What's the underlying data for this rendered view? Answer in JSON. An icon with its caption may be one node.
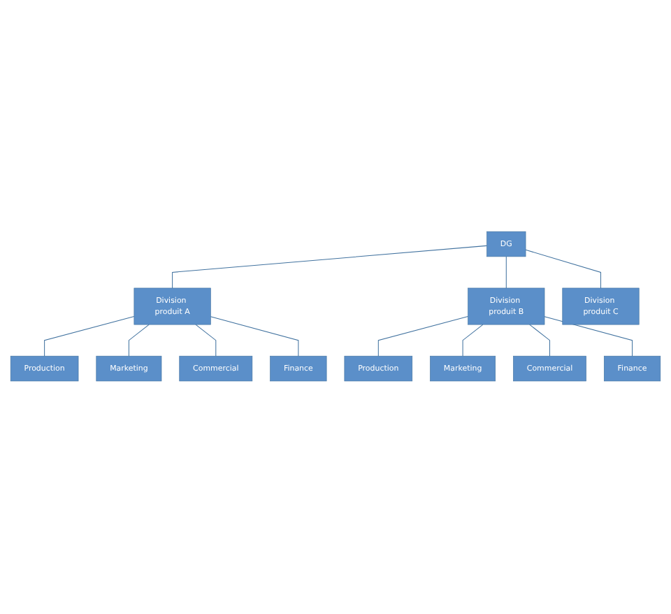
{
  "diagram": {
    "nodes": [
      {
        "text": [
          "DG"
        ]
      },
      {
        "text": [
          "Division produit A"
        ]
      },
      {
        "text": [
          "Division produit B"
        ]
      },
      {
        "text": [
          "Division produit C"
        ]
      },
      {
        "text": [
          "Production"
        ]
      },
      {
        "text": [
          "Marketing"
        ]
      },
      {
        "text": [
          "Commercial"
        ]
      },
      {
        "text": [
          "Finance"
        ]
      },
      {
        "text": [
          "Production"
        ]
      },
      {
        "text": [
          "Marketing"
        ]
      },
      {
        "text": [
          "Commercial"
        ]
      },
      {
        "text": [
          "Finance"
        ]
      }
    ],
    "edges": [
      {
        "from": 0,
        "to": 1,
        "arrow": "none"
      },
      {
        "from": 0,
        "to": 2,
        "arrow": "none"
      },
      {
        "from": 0,
        "to": 3,
        "arrow": "none"
      },
      {
        "from": 1,
        "to": 4,
        "arrow": "none"
      },
      {
        "from": 1,
        "to": 5,
        "arrow": "none"
      },
      {
        "from": 1,
        "to": 6,
        "arrow": "none"
      },
      {
        "from": 1,
        "to": 7,
        "arrow": "none"
      },
      {
        "from": 2,
        "to": 8,
        "arrow": "none"
      },
      {
        "from": 2,
        "to": 9,
        "arrow": "none"
      },
      {
        "from": 2,
        "to": 10,
        "arrow": "none"
      },
      {
        "from": 2,
        "to": 11,
        "arrow": "none"
      }
    ]
  }
}
